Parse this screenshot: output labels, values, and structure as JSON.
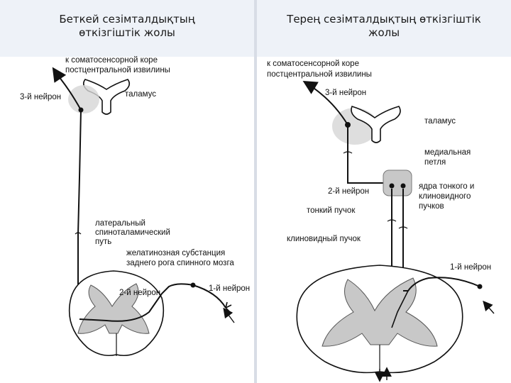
{
  "headers": {
    "left_title": "Беткей сезімталдықтың\nөткізгіштік жолы",
    "right_title": "Терең сезімталдықтың өткізгіштік\nжолы"
  },
  "left_diagram": {
    "cortex_label_1": "к соматосенсорной коре",
    "cortex_label_2": "постцентральной извилины",
    "neuron3": "3-й нейрон",
    "thalamus": "таламус",
    "tract_1": "латеральный",
    "tract_2": "спиноталамический",
    "tract_3": "путь",
    "substance_1": "желатинозная субстанция",
    "substance_2": "заднего рога спинного мозга",
    "neuron2": "2-й нейрон",
    "neuron1": "1-й нейрон"
  },
  "right_diagram": {
    "cortex_label_1": "к соматосенсорной коре",
    "cortex_label_2": "постцентральной извилины",
    "neuron3": "3-й нейрон",
    "thalamus": "таламус",
    "lemniscus_1": "медиальная",
    "lemniscus_2": "петля",
    "nuclei_1": "ядра тонкого и",
    "nuclei_2": "клиновидного",
    "nuclei_3": "пучков",
    "neuron2": "2-й нейрон",
    "thin_bundle": "тонкий пучок",
    "wedge_bundle": "клиновидный пучок",
    "neuron1": "1-й нейрон"
  },
  "colors": {
    "header_bg": "#eef2f8",
    "gray_matter": "#c8c8c8",
    "line": "#111111"
  }
}
